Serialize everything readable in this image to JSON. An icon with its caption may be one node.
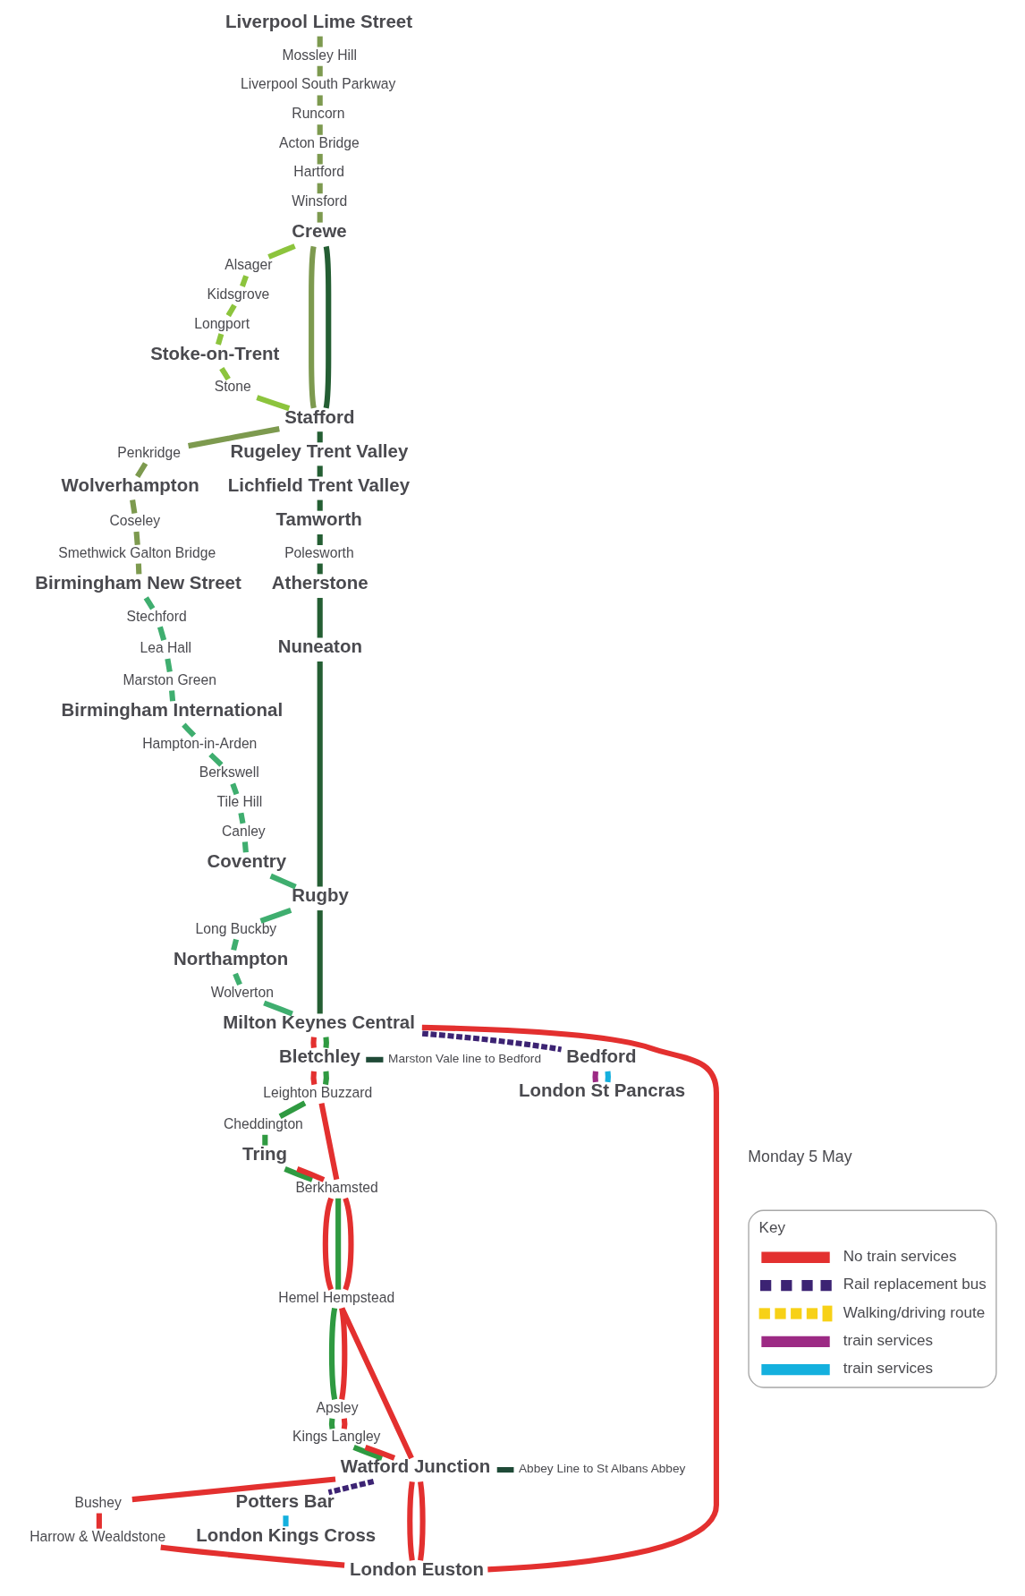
{
  "diagram": {
    "nodes": [
      {
        "text": [
          "Liverpool Lime Street"
        ]
      },
      {
        "text": [
          "Mossley Hill"
        ]
      },
      {
        "text": [
          "Liverpool South Parkway"
        ]
      },
      {
        "text": [
          "Runcorn"
        ]
      },
      {
        "text": [
          "Acton Bridge"
        ]
      },
      {
        "text": [
          "Hartford"
        ]
      },
      {
        "text": [
          "Winsford"
        ]
      },
      {
        "text": [
          "Crewe"
        ]
      },
      {
        "text": [
          "Alsager"
        ]
      },
      {
        "text": [
          "Kidsgrove"
        ]
      },
      {
        "text": [
          "Longport"
        ]
      },
      {
        "text": [
          "Stoke-on-Trent"
        ]
      },
      {
        "text": [
          "Stone"
        ]
      },
      {
        "text": [
          "Stafford"
        ]
      },
      {
        "text": [
          "Penkridge"
        ]
      },
      {
        "text": [
          "Wolverhampton"
        ]
      },
      {
        "text": [
          "Rugeley Trent Valley"
        ]
      },
      {
        "text": [
          "Coseley"
        ]
      },
      {
        "text": [
          "Lichfield Trent Valley"
        ]
      },
      {
        "text": [
          "Smethwick Galton Bridge"
        ]
      },
      {
        "text": [
          "Tamworth"
        ]
      },
      {
        "text": [
          "Birmingham New Street"
        ]
      },
      {
        "text": [
          "Stechford"
        ]
      },
      {
        "text": [
          "Polesworth"
        ]
      },
      {
        "text": [
          "Lea Hall"
        ]
      },
      {
        "text": [
          "Marston Green"
        ]
      },
      {
        "text": [
          "Atherstone"
        ]
      },
      {
        "text": [
          "Birmingham International"
        ]
      },
      {
        "text": [
          "Hampton-in-Arden"
        ]
      },
      {
        "text": [
          "Nuneaton"
        ]
      },
      {
        "text": [
          "Berkswell"
        ]
      },
      {
        "text": [
          "Tile Hill"
        ]
      },
      {
        "text": [
          "Canley"
        ]
      },
      {
        "text": [
          "Coventry"
        ]
      },
      {
        "text": [
          "Rugby"
        ]
      },
      {
        "text": [
          "Long Buckby"
        ]
      },
      {
        "text": [
          "Northampton"
        ]
      },
      {
        "text": [
          "Wolverton"
        ]
      },
      {
        "text": [
          "Milton Keynes Central"
        ]
      },
      {
        "text": [
          "Marston Vale line to Bedford"
        ]
      },
      {
        "text": [
          "Bletchley"
        ]
      },
      {
        "text": [
          "Leighton Buzzard"
        ]
      },
      {
        "text": [
          "Bedford"
        ]
      },
      {
        "text": [
          "Cheddington"
        ]
      },
      {
        "text": [
          "Tring"
        ]
      },
      {
        "text": [
          "Berkhamsted"
        ]
      },
      {
        "text": [
          "Hemel Hempstead"
        ]
      },
      {
        "text": [
          "Apsley"
        ]
      },
      {
        "text": [
          "Kings Langley"
        ]
      },
      {
        "text": [
          "Abbey Line to St Albans Abbey"
        ]
      },
      {
        "text": [
          "Watford Junction"
        ]
      },
      {
        "text": [
          "Bushey"
        ]
      },
      {
        "text": [
          "Potters Bar"
        ]
      },
      {
        "text": [
          "Harrow & Wealdstone"
        ]
      },
      {
        "text": [
          "London Kings Cross"
        ]
      },
      {
        "text": [
          "London Euston"
        ]
      },
      {
        "text": [
          "London St Pancras"
        ]
      }
    ],
    "edges": [
      {
        "from": 0,
        "to": 1,
        "arrow": "none",
        "color": "#7d9a4f"
      },
      {
        "from": 1,
        "to": 2,
        "arrow": "none",
        "color": "#7d9a4f"
      },
      {
        "from": 2,
        "to": 3,
        "arrow": "none",
        "color": "#7d9a4f"
      },
      {
        "from": 3,
        "to": 4,
        "arrow": "none",
        "color": "#7d9a4f"
      },
      {
        "from": 4,
        "to": 5,
        "arrow": "none",
        "color": "#7d9a4f"
      },
      {
        "from": 5,
        "to": 6,
        "arrow": "none",
        "color": "#7d9a4f"
      },
      {
        "from": 6,
        "to": 7,
        "arrow": "none",
        "color": "#7d9a4f"
      },
      {
        "from": 7,
        "to": 13,
        "arrow": "none",
        "color": "#7d9a4f"
      },
      {
        "from": 13,
        "to": 14,
        "arrow": "none",
        "color": "#7d9a4f"
      },
      {
        "from": 14,
        "to": 15,
        "arrow": "none",
        "color": "#7d9a4f"
      },
      {
        "from": 15,
        "to": 17,
        "arrow": "none",
        "color": "#7d9a4f"
      },
      {
        "from": 17,
        "to": 19,
        "arrow": "none",
        "color": "#7d9a4f"
      },
      {
        "from": 19,
        "to": 21,
        "arrow": "none",
        "color": "#7d9a4f"
      },
      {
        "from": 7,
        "to": 13,
        "arrow": "none",
        "color": "#245e33"
      },
      {
        "from": 13,
        "to": 16,
        "arrow": "none",
        "color": "#245e33"
      },
      {
        "from": 16,
        "to": 18,
        "arrow": "none",
        "color": "#245e33"
      },
      {
        "from": 18,
        "to": 20,
        "arrow": "none",
        "color": "#245e33"
      },
      {
        "from": 20,
        "to": 23,
        "arrow": "none",
        "color": "#245e33"
      },
      {
        "from": 23,
        "to": 26,
        "arrow": "none",
        "color": "#245e33"
      },
      {
        "from": 26,
        "to": 29,
        "arrow": "none",
        "color": "#245e33"
      },
      {
        "from": 29,
        "to": 34,
        "arrow": "none",
        "color": "#245e33"
      },
      {
        "from": 34,
        "to": 38,
        "arrow": "none",
        "color": "#245e33"
      },
      {
        "from": 7,
        "to": 8,
        "arrow": "none",
        "color": "#8cc43d"
      },
      {
        "from": 8,
        "to": 9,
        "arrow": "none",
        "color": "#8cc43d"
      },
      {
        "from": 9,
        "to": 10,
        "arrow": "none",
        "color": "#8cc43d"
      },
      {
        "from": 10,
        "to": 11,
        "arrow": "none",
        "color": "#8cc43d"
      },
      {
        "from": 11,
        "to": 12,
        "arrow": "none",
        "color": "#8cc43d"
      },
      {
        "from": 12,
        "to": 13,
        "arrow": "none",
        "color": "#8cc43d"
      },
      {
        "from": 21,
        "to": 22,
        "arrow": "none",
        "color": "#3fae6f"
      },
      {
        "from": 22,
        "to": 24,
        "arrow": "none",
        "color": "#3fae6f"
      },
      {
        "from": 24,
        "to": 25,
        "arrow": "none",
        "color": "#3fae6f"
      },
      {
        "from": 25,
        "to": 27,
        "arrow": "none",
        "color": "#3fae6f"
      },
      {
        "from": 27,
        "to": 28,
        "arrow": "none",
        "color": "#3fae6f"
      },
      {
        "from": 28,
        "to": 30,
        "arrow": "none",
        "color": "#3fae6f"
      },
      {
        "from": 30,
        "to": 31,
        "arrow": "none",
        "color": "#3fae6f"
      },
      {
        "from": 31,
        "to": 32,
        "arrow": "none",
        "color": "#3fae6f"
      },
      {
        "from": 32,
        "to": 33,
        "arrow": "none",
        "color": "#3fae6f"
      },
      {
        "from": 33,
        "to": 34,
        "arrow": "none",
        "color": "#3fae6f"
      },
      {
        "from": 34,
        "to": 35,
        "arrow": "none",
        "color": "#3fae6f"
      },
      {
        "from": 35,
        "to": 36,
        "arrow": "none",
        "color": "#3fae6f"
      },
      {
        "from": 36,
        "to": 37,
        "arrow": "none",
        "color": "#3fae6f"
      },
      {
        "from": 37,
        "to": 38,
        "arrow": "none",
        "color": "#3fae6f"
      },
      {
        "from": 38,
        "to": 42,
        "arrow": "none",
        "style": "dashed",
        "color": "#3c2373"
      },
      {
        "from": 38,
        "to": 55,
        "arrow": "none"
      },
      {
        "from": 38,
        "to": 40,
        "arrow": "none"
      },
      {
        "from": 40,
        "to": 41,
        "arrow": "none"
      },
      {
        "from": 41,
        "to": 45,
        "arrow": "none"
      },
      {
        "from": 45,
        "to": 46,
        "arrow": "none"
      },
      {
        "from": 46,
        "to": 50,
        "arrow": "none"
      },
      {
        "from": 50,
        "to": 55,
        "arrow": "none"
      },
      {
        "from": 38,
        "to": 40,
        "arrow": "none",
        "color": "#2f9a41"
      },
      {
        "from": 40,
        "to": 41,
        "arrow": "none",
        "color": "#2f9a41"
      },
      {
        "from": 41,
        "to": 43,
        "arrow": "none",
        "color": "#2f9a41"
      },
      {
        "from": 43,
        "to": 44,
        "arrow": "none",
        "color": "#2f9a41"
      },
      {
        "from": 44,
        "to": 45,
        "arrow": "none",
        "color": "#2f9a41"
      },
      {
        "from": 45,
        "to": 46,
        "arrow": "none",
        "color": "#2f9a41"
      },
      {
        "from": 46,
        "to": 47,
        "arrow": "none",
        "color": "#2f9a41"
      },
      {
        "from": 47,
        "to": 48,
        "arrow": "none",
        "color": "#2f9a41"
      },
      {
        "from": 48,
        "to": 50,
        "arrow": "none",
        "color": "#2f9a41"
      },
      {
        "from": 50,
        "to": 55,
        "arrow": "none"
      },
      {
        "from": 44,
        "to": 45,
        "arrow": "none"
      },
      {
        "from": 45,
        "to": 46,
        "arrow": "none"
      },
      {
        "from": 46,
        "to": 47,
        "arrow": "none"
      },
      {
        "from": 47,
        "to": 48,
        "arrow": "none"
      },
      {
        "from": 48,
        "to": 50,
        "arrow": "none"
      },
      {
        "from": 50,
        "to": 51,
        "arrow": "none"
      },
      {
        "from": 51,
        "to": 53,
        "arrow": "none"
      },
      {
        "from": 53,
        "to": 55,
        "arrow": "none"
      },
      {
        "from": 40,
        "to": 39,
        "arrow": "none",
        "color": "#1f4a37"
      },
      {
        "from": 50,
        "to": 49,
        "arrow": "none",
        "color": "#1f4a37"
      },
      {
        "from": 50,
        "to": 52,
        "arrow": "none",
        "style": "dashed",
        "color": "#3c2373"
      },
      {
        "from": 52,
        "to": 54,
        "arrow": "none",
        "color": "#14b0de"
      },
      {
        "from": 42,
        "to": 56,
        "arrow": "none",
        "color": "#9c2a84"
      },
      {
        "from": 42,
        "to": 56,
        "arrow": "none",
        "color": "#14b0de"
      }
    ],
    "labels": [
      "Monday 5 May",
      "Key"
    ],
    "legend": [
      {
        "text": "No train services",
        "color": "#e3302f"
      },
      {
        "text": "Rail replacement bus"
      },
      {
        "text": "Walking/driving route"
      },
      {
        "text": "train services",
        "color": "#9c2a84"
      },
      {
        "text": "train services",
        "color": "#14b0de"
      }
    ]
  }
}
